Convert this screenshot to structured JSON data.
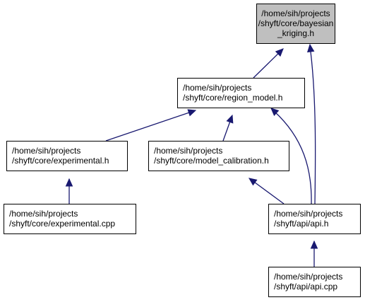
{
  "diagram": {
    "nodes": [
      {
        "id": "bayesian_kriging",
        "lines": [
          "/home/sih/projects",
          "/shyft/core/bayesian",
          "_kriging.h"
        ],
        "highlighted": true
      },
      {
        "id": "region_model",
        "lines": [
          "/home/sih/projects",
          "/shyft/core/region_model.h"
        ],
        "highlighted": false
      },
      {
        "id": "experimental_h",
        "lines": [
          "/home/sih/projects",
          "/shyft/core/experimental.h"
        ],
        "highlighted": false
      },
      {
        "id": "model_calibration",
        "lines": [
          "/home/sih/projects",
          "/shyft/core/model_calibration.h"
        ],
        "highlighted": false
      },
      {
        "id": "experimental_cpp",
        "lines": [
          "/home/sih/projects",
          "/shyft/core/experimental.cpp"
        ],
        "highlighted": false
      },
      {
        "id": "api_h",
        "lines": [
          "/home/sih/projects",
          "/shyft/api/api.h"
        ],
        "highlighted": false
      },
      {
        "id": "api_cpp",
        "lines": [
          "/home/sih/projects",
          "/shyft/api/api.cpp"
        ],
        "highlighted": false
      }
    ],
    "edges": [
      {
        "from": "region_model",
        "to": "bayesian_kriging"
      },
      {
        "from": "api_h",
        "to": "bayesian_kriging"
      },
      {
        "from": "experimental_h",
        "to": "region_model"
      },
      {
        "from": "model_calibration",
        "to": "region_model"
      },
      {
        "from": "api_h",
        "to": "region_model"
      },
      {
        "from": "experimental_cpp",
        "to": "experimental_h"
      },
      {
        "from": "api_h",
        "to": "model_calibration"
      },
      {
        "from": "api_cpp",
        "to": "api_h"
      }
    ],
    "colors": {
      "highlight_fill": "#bfbfbf",
      "node_fill": "#ffffff",
      "node_border": "#000000",
      "edge": "#191970"
    }
  }
}
